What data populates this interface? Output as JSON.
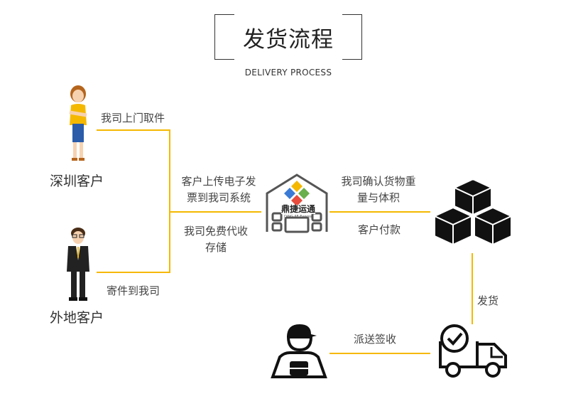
{
  "header": {
    "title": "发货流程",
    "subtitle": "DELIVERY PROCESS"
  },
  "customers": {
    "shenzhen": "深圳客户",
    "outside": "外地客户"
  },
  "steps": {
    "pickup": "我司上门取件",
    "mail_to_us": "寄件到我司",
    "upload": "客户上传电子发票到我司系统",
    "free_storage": "我司免费代收存储",
    "confirm_weight": "我司确认货物重量与体积",
    "payment": "客户付款",
    "ship": "发货",
    "deliver": "派送签收"
  },
  "logo": {
    "name": "鼎捷运通",
    "sub": "DING JIE  Express"
  },
  "colors": {
    "accent_line": "#f5b800",
    "icon_black": "#111111"
  }
}
